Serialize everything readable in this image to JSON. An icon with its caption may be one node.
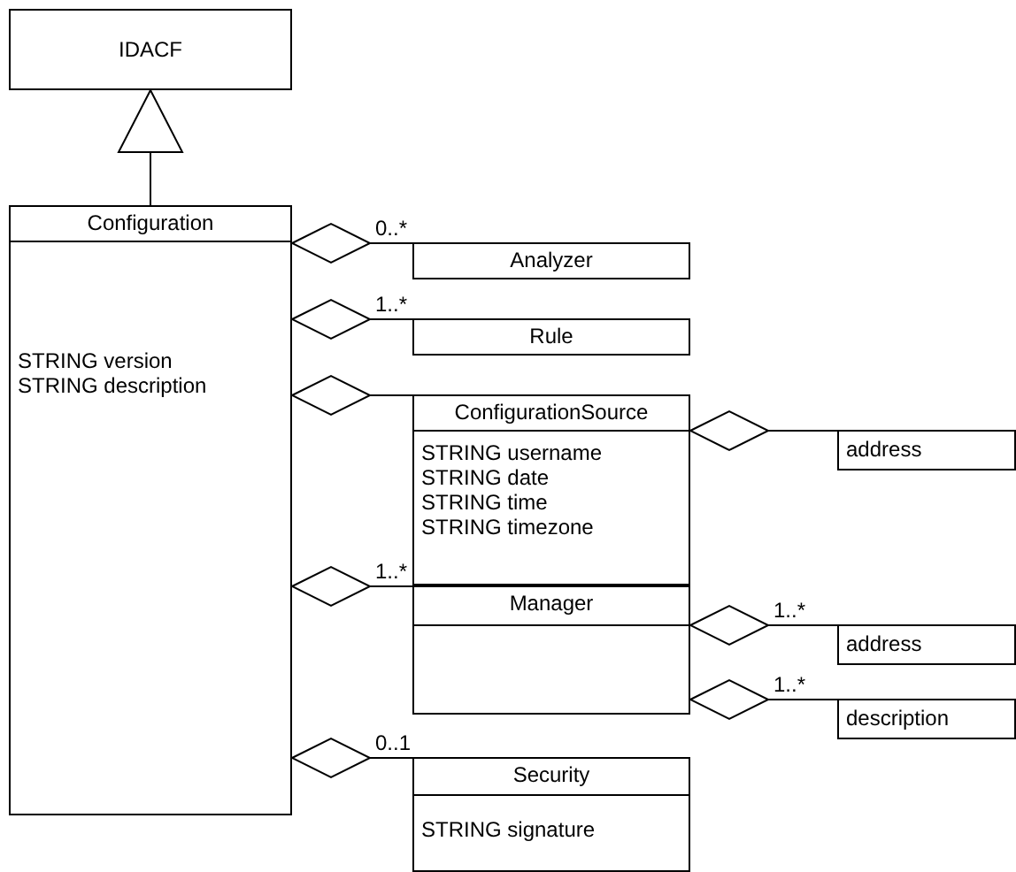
{
  "diagram": {
    "nodes": [
      {
        "text": [
          "IDACF"
        ]
      },
      {
        "text": [
          "Configuration",
          "STRING version",
          "STRING description"
        ]
      },
      {
        "text": [
          "Analyzer"
        ]
      },
      {
        "text": [
          "Rule"
        ]
      },
      {
        "text": [
          "ConfigurationSource",
          "STRING username",
          "STRING date",
          "STRING time",
          "STRING timezone"
        ]
      },
      {
        "text": [
          "address"
        ]
      },
      {
        "text": [
          "Manager"
        ]
      },
      {
        "text": [
          "address"
        ]
      },
      {
        "text": [
          "description"
        ]
      },
      {
        "text": [
          "Security",
          "STRING signature"
        ]
      }
    ],
    "edges": [
      {
        "from": 1,
        "to": 0,
        "arrow": "to"
      },
      {
        "from": 1,
        "to": 2,
        "arrow": "other",
        "label": "0..*"
      },
      {
        "from": 1,
        "to": 3,
        "arrow": "other",
        "label": "1..*"
      },
      {
        "from": 1,
        "to": 4,
        "arrow": "other"
      },
      {
        "from": 4,
        "to": 5,
        "arrow": "other"
      },
      {
        "from": 1,
        "to": 6,
        "arrow": "other",
        "label": "1..*"
      },
      {
        "from": 6,
        "to": 7,
        "arrow": "other",
        "label": "1..*"
      },
      {
        "from": 6,
        "to": 8,
        "arrow": "other",
        "label": "1..*"
      },
      {
        "from": 1,
        "to": 9,
        "arrow": "other",
        "label": "0..1"
      }
    ]
  }
}
